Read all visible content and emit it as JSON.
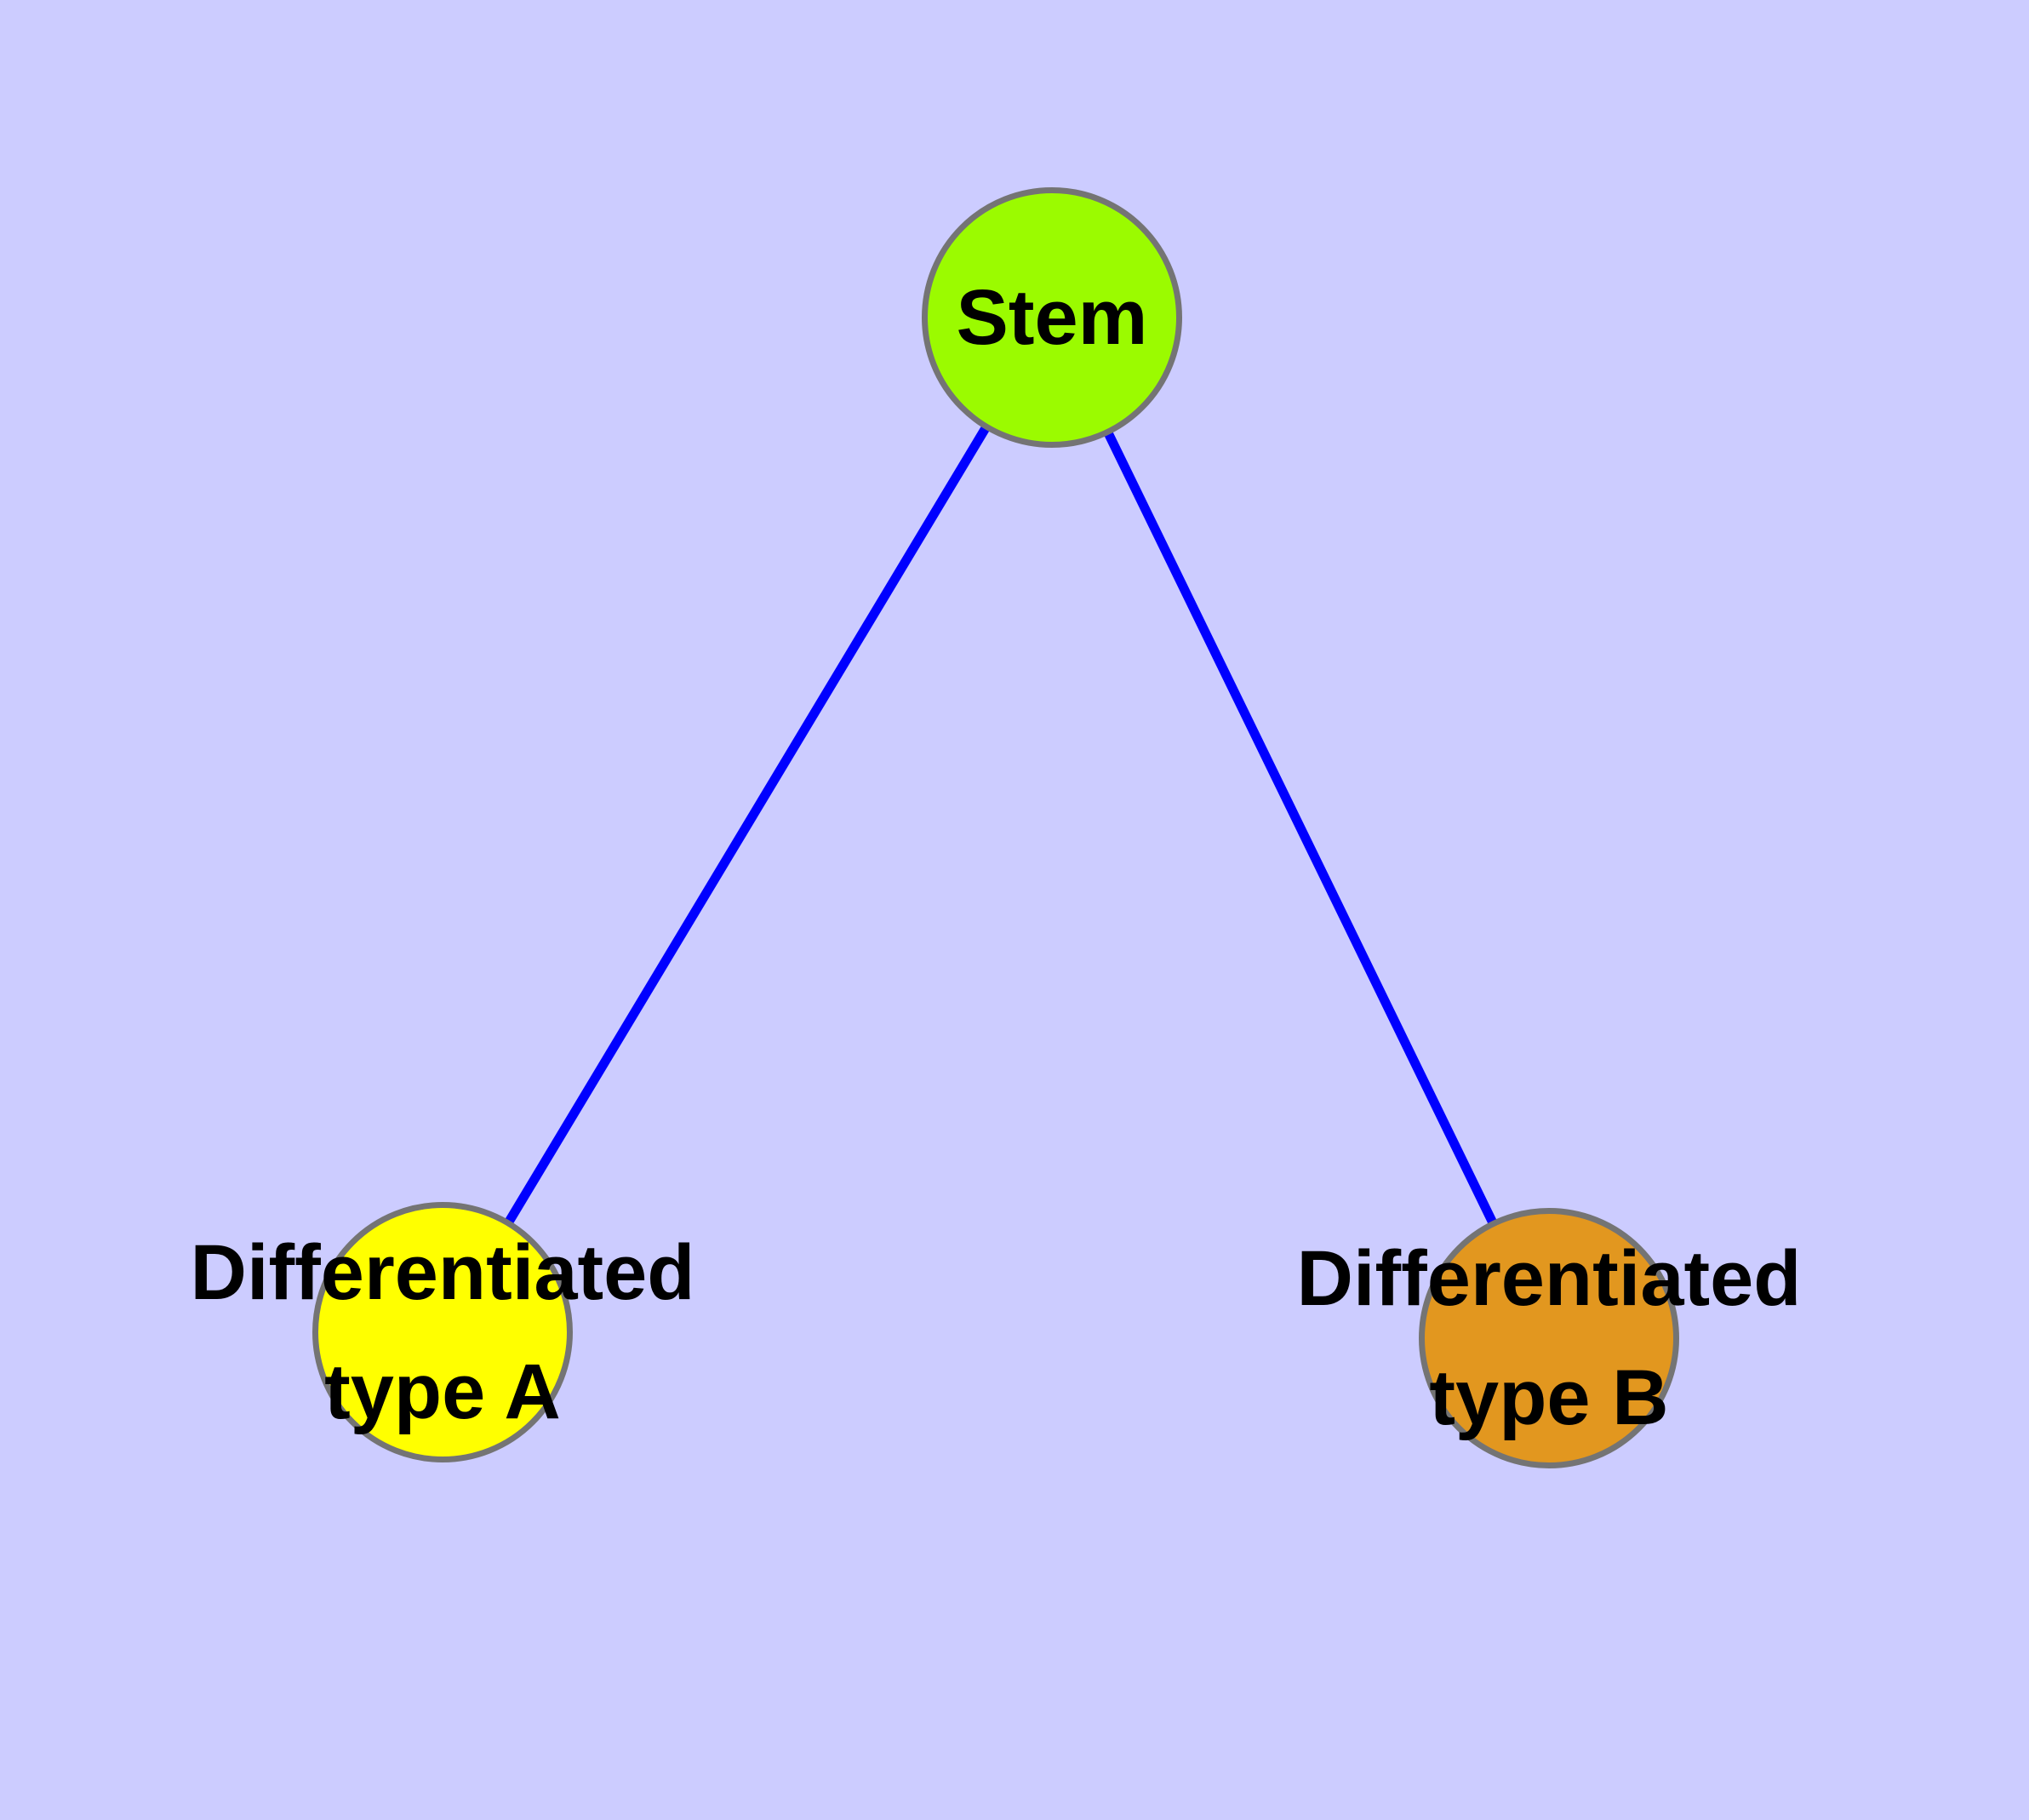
{
  "diagram": {
    "background_color": "#ccccff",
    "edge_color": "#0000ff",
    "node_border_color": "#747474",
    "nodes": {
      "stem": {
        "id": "stem",
        "label": "Stem",
        "fill": "#9bfb00"
      },
      "typeA": {
        "id": "differentiated-type-a",
        "label_line1": "Differentiated",
        "label_line2": "type A",
        "fill": "#ffff00"
      },
      "typeB": {
        "id": "differentiated-type-b",
        "label_line1": "Differentiated",
        "label_line2": "type B",
        "fill": "#e2971f"
      }
    },
    "edges": [
      {
        "from": "stem",
        "to": "differentiated-type-a"
      },
      {
        "from": "stem",
        "to": "differentiated-type-b"
      }
    ]
  }
}
